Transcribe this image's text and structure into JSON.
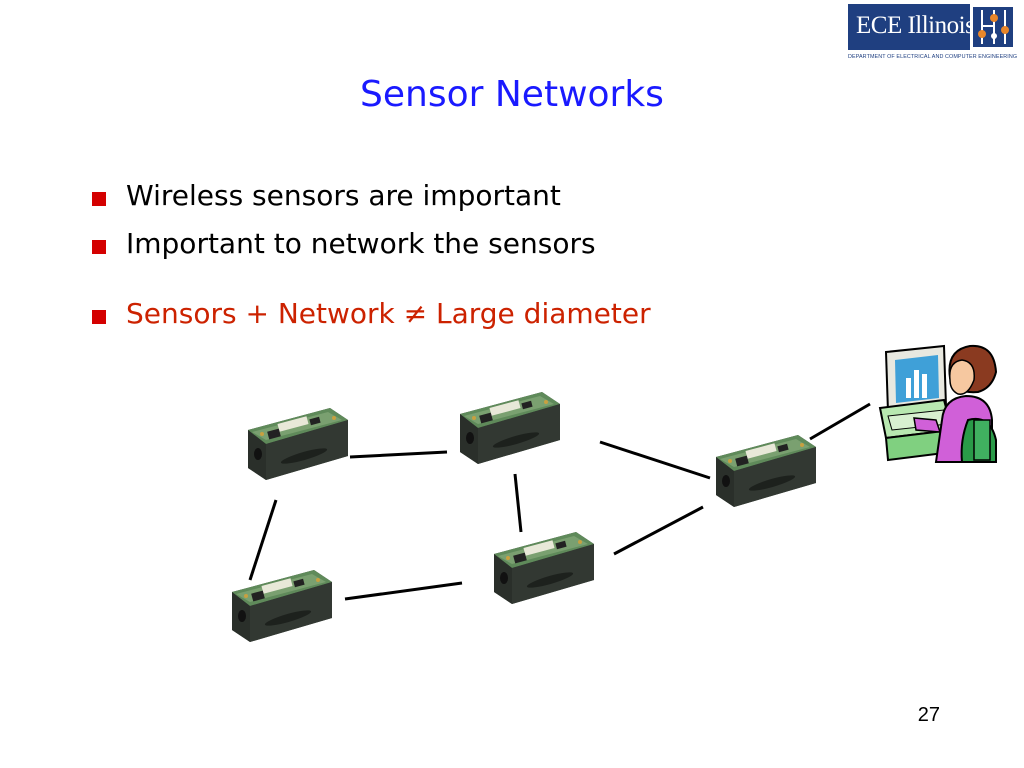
{
  "logo": {
    "text": "ECE Illinois",
    "subtitle": "DEPARTMENT OF ELECTRICAL AND COMPUTER ENGINEERING",
    "brand_color": "#1f3f80",
    "accent_color": "#e8862a"
  },
  "slide": {
    "title": "Sensor Networks",
    "title_color": "#1a1aff",
    "page_number": "27"
  },
  "bullets": [
    {
      "text": "Wireless sensors are important",
      "color": "#000000"
    },
    {
      "text": "Important to network the sensors",
      "color": "#000000"
    },
    {
      "text": "Sensors + Network  ≠ Large diameter",
      "color": "#cc2200"
    }
  ],
  "bullet_marker_color": "#d40000",
  "diagram": {
    "nodes": [
      {
        "id": "sensor-1",
        "kind": "sensor-board"
      },
      {
        "id": "sensor-2",
        "kind": "sensor-board"
      },
      {
        "id": "sensor-3",
        "kind": "sensor-board"
      },
      {
        "id": "sensor-4",
        "kind": "sensor-board"
      },
      {
        "id": "sensor-5",
        "kind": "sensor-board"
      },
      {
        "id": "user",
        "kind": "person-at-computer-icon"
      }
    ],
    "links": [
      [
        "sensor-1",
        "sensor-2"
      ],
      [
        "sensor-1",
        "sensor-4"
      ],
      [
        "sensor-2",
        "sensor-3"
      ],
      [
        "sensor-2",
        "sensor-5"
      ],
      [
        "sensor-4",
        "sensor-5"
      ],
      [
        "sensor-5",
        "sensor-3"
      ],
      [
        "sensor-3",
        "user"
      ]
    ]
  }
}
